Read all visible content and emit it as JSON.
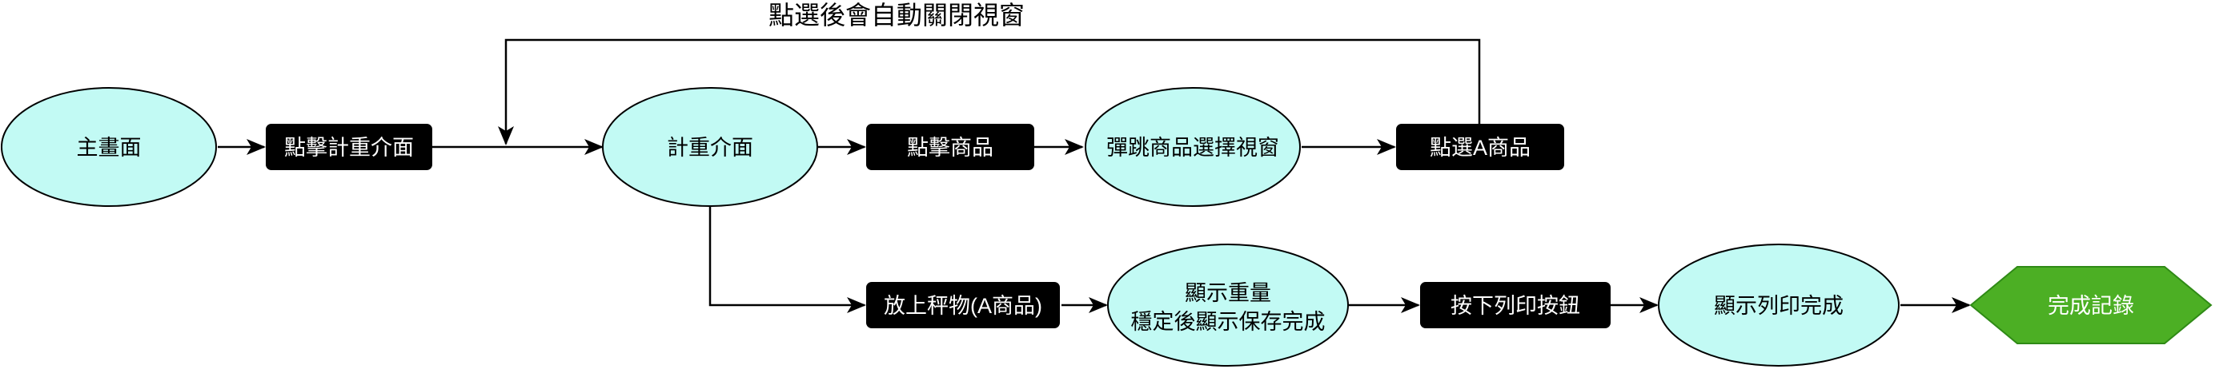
{
  "annotation": "點選後會自動關閉視窗",
  "nodes": {
    "main_screen": "主畫面",
    "click_weigh_ui": "點擊計重介面",
    "weigh_ui": "計重介面",
    "click_product": "點擊商品",
    "popup_select": "彈跳商品選擇視窗",
    "select_a": "點選A商品",
    "place_item": "放上秤物(A商品)",
    "show_weight_1": "顯示重量",
    "show_weight_2": "穩定後顯示保存完成",
    "press_print": "按下列印按鈕",
    "show_print_done": "顯示列印完成",
    "complete_record": "完成記錄"
  },
  "colors": {
    "ellipse_fill": "#C2FAF4",
    "box_fill": "#000000",
    "hex_fill": "#4CAF24",
    "hex_stroke": "#2F8A16"
  }
}
